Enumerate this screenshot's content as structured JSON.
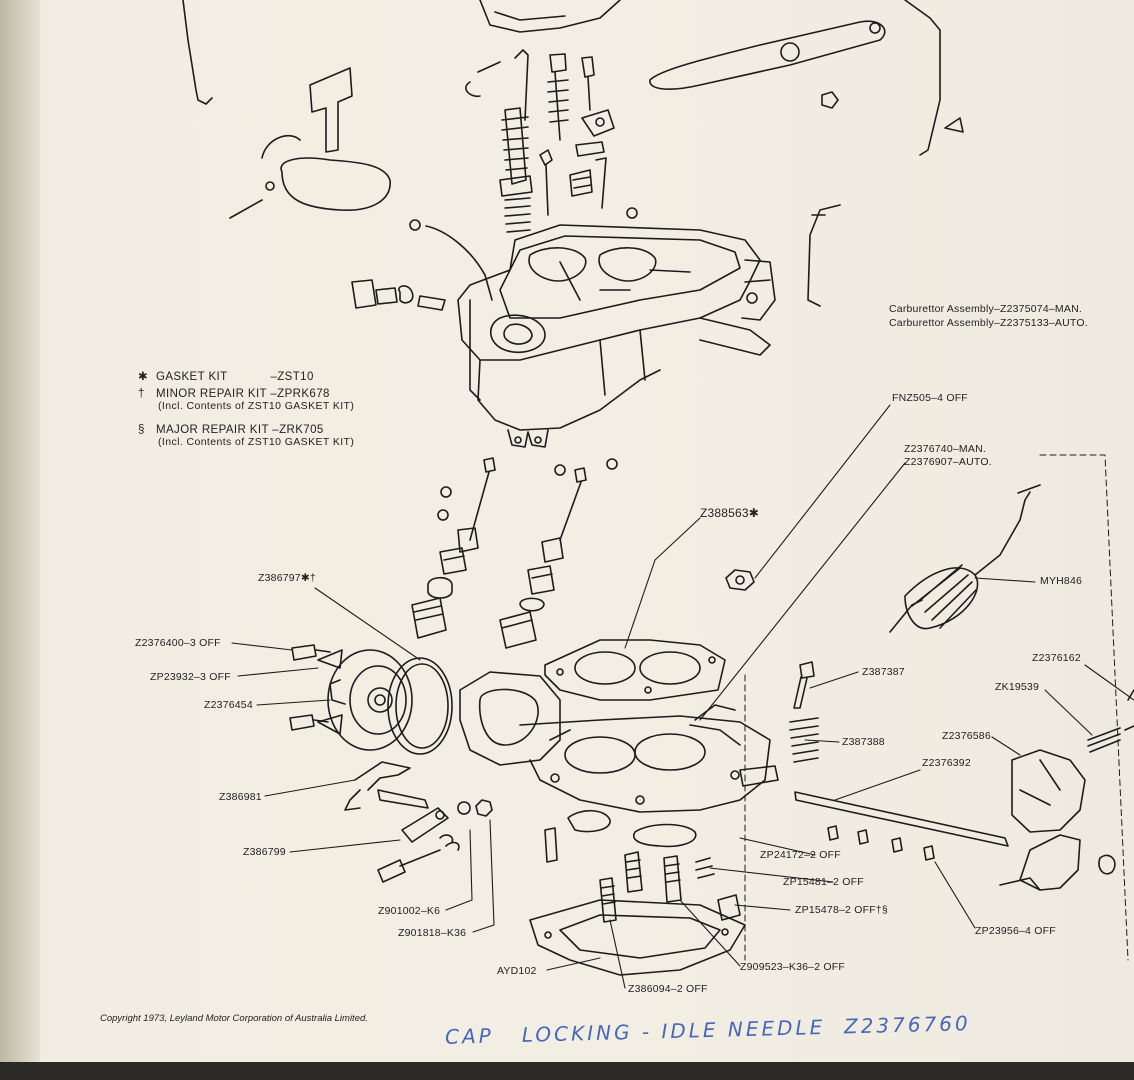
{
  "assembly": {
    "line1": "Carburettor Assembly–Z2375074–MAN.",
    "line2": "Carburettor Assembly–Z2375133–AUTO."
  },
  "legend": {
    "gasket_symbol": "✱",
    "gasket": "GASKET KIT            –ZST10",
    "minor_symbol": "†",
    "minor": "MINOR REPAIR KIT –ZPRK678",
    "minor_note": "(Incl. Contents of ZST10 GASKET KIT)",
    "major_symbol": "§",
    "major": "MAJOR REPAIR KIT –ZRK705",
    "major_note": "(Incl. Contents of ZST10 GASKET KIT)"
  },
  "labels": {
    "fnz505": "FNZ505–4 OFF",
    "z2376740": "Z2376740–MAN.",
    "z2376907": "Z2376907–AUTO.",
    "z388563": "Z388563✱",
    "myh846": "MYH846",
    "z386797": "Z386797✱†",
    "z2376400": "Z2376400–3 OFF",
    "zp23932": "ZP23932–3 OFF",
    "z2376454": "Z2376454",
    "z387387": "Z387387",
    "z2376162": "Z2376162",
    "zk19539": "ZK19539",
    "z2376586": "Z2376586",
    "z387388": "Z387388",
    "z2376392": "Z2376392",
    "z386981": "Z386981",
    "z386799": "Z386799",
    "zp24172": "ZP24172–2 OFF",
    "zp15481": "ZP15481–2 OFF",
    "zp15478": "ZP15478–2 OFF†§",
    "zp23956": "ZP23956–4 OFF",
    "z901002": "Z901002–K6",
    "z901818": "Z901818–K36",
    "ayd102": "AYD102",
    "z909523": "Z909523–K36–2 OFF",
    "z386094": "Z386094–2 OFF"
  },
  "footer": {
    "copyright": "Copyright 1973, Leyland Motor Corporation of Australia Limited.",
    "handwritten": "CAP   LOCKING - IDLE NEEDLE  Z2376760"
  }
}
